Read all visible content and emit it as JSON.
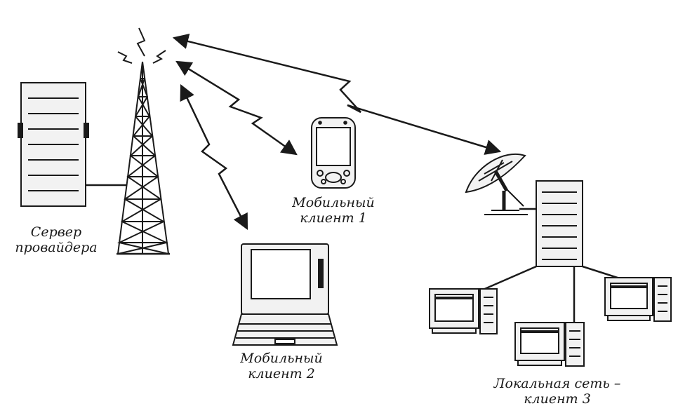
{
  "labels": {
    "server": {
      "line1": "Сервер",
      "line2": "провайдера"
    },
    "mobile1": {
      "line1": "Мобильный",
      "line2": "клиент 1"
    },
    "mobile2": {
      "line1": "Мобильный",
      "line2": "клиент 2"
    },
    "lan": {
      "line1": "Локальная сеть –",
      "line2": "клиент 3"
    }
  },
  "colors": {
    "ink": "#1a1a1a",
    "light": "#f2f2f2"
  }
}
